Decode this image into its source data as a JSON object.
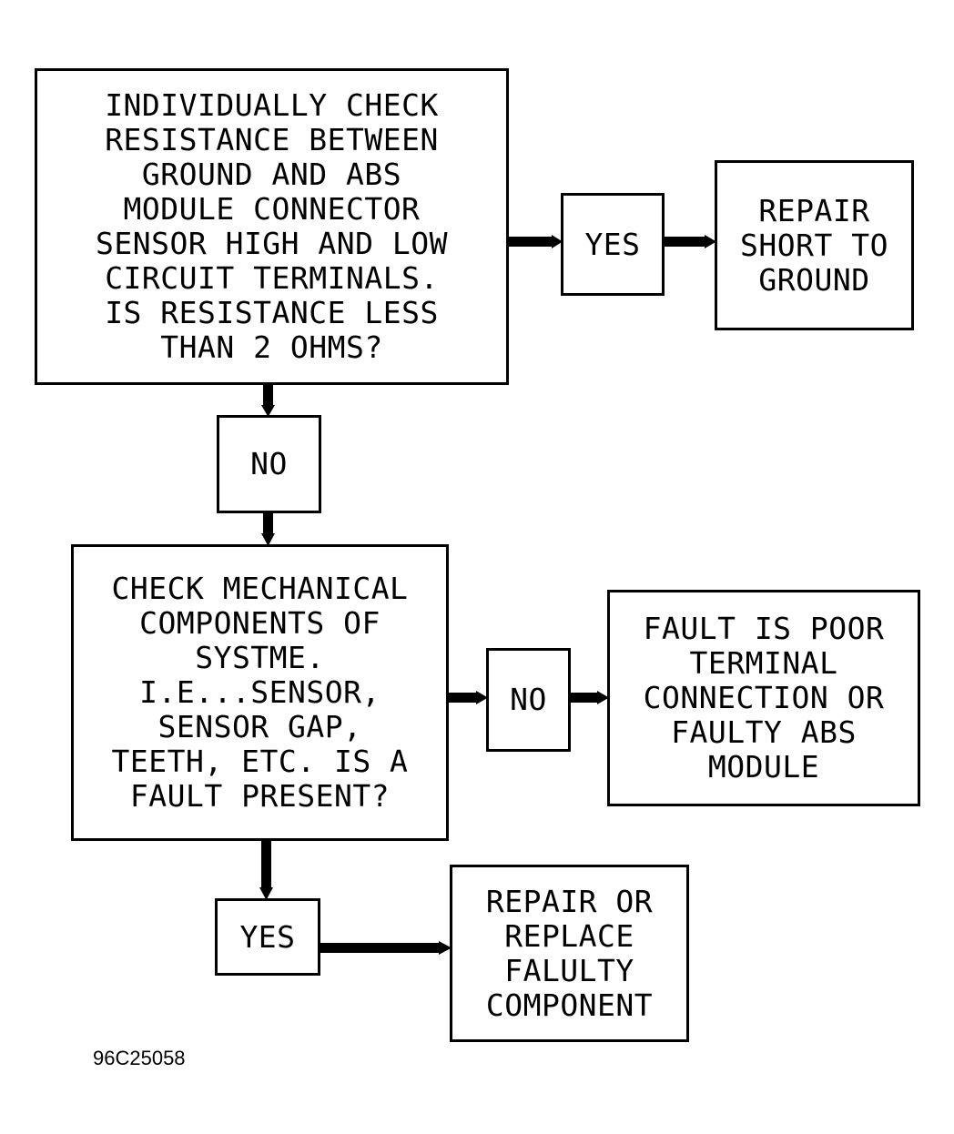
{
  "boxes": {
    "check_resistance": "INDIVIDUALLY CHECK\nRESISTANCE BETWEEN\nGROUND AND ABS\nMODULE CONNECTOR\nSENSOR HIGH AND LOW\nCIRCUIT TERMINALS.\nIS RESISTANCE LESS\nTHAN 2 OHMS?",
    "yes_1": "YES",
    "repair_short": "REPAIR\nSHORT TO\nGROUND",
    "no_1": "NO",
    "check_mechanical": "CHECK MECHANICAL\nCOMPONENTS OF\nSYSTME.\nI.E...SENSOR,\nSENSOR GAP,\nTEETH, ETC. IS A\nFAULT PRESENT?",
    "no_2": "NO",
    "fault_poor_terminal": "FAULT IS POOR\nTERMINAL\nCONNECTION OR\nFAULTY ABS\nMODULE",
    "yes_2": "YES",
    "repair_replace": "REPAIR OR\nREPLACE\nFALULTY\nCOMPONENT"
  },
  "figure_id": "96C25058"
}
